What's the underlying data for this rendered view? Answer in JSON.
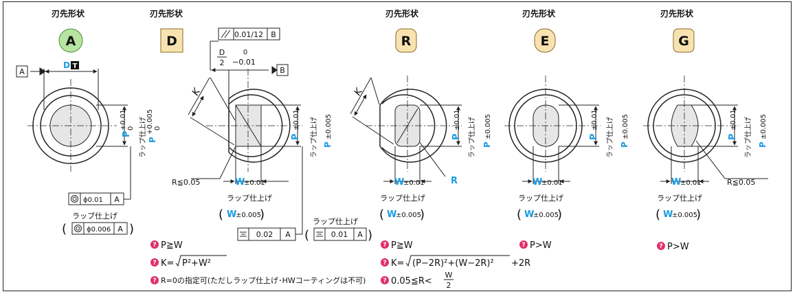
{
  "columns": [
    {
      "id": "A",
      "header": "刃先形状",
      "letter": "A"
    },
    {
      "id": "D",
      "header": "刃先形状",
      "letter": "D"
    },
    {
      "id": "R",
      "header": "刃先形状",
      "letter": "R"
    },
    {
      "id": "E",
      "header": "刃先形状",
      "letter": "E"
    },
    {
      "id": "G",
      "header": "刃先形状",
      "letter": "G"
    }
  ],
  "labels": {
    "datum_a": "A",
    "datum_b": "B",
    "d_label": "D",
    "t_label": "T",
    "p_label": "P",
    "w_label": "W",
    "k_label": "K",
    "r_label": "R",
    "lap": "ラップ仕上げ",
    "p_tol_a_upper": "+0.01",
    "p_tol_a_lower": "0",
    "p_tol_a_lap_upper": "+0.005",
    "p_tol_a_lap_lower": "0",
    "pm001": "±0.01",
    "pm0005": "±0.005",
    "parallel_tol": "0.01/12",
    "d_over_2_num": "D",
    "d_over_2_den": "2",
    "d_over_2_upper": "0",
    "d_over_2_lower": "−0.01",
    "conc_tol": "ϕ0.01",
    "conc_tol_lap": "ϕ0.006",
    "sym_tol": "0.02",
    "sym_tol_lap": "0.01",
    "r_le_005": "R≦0.05"
  },
  "notes": {
    "d1": "P≧W",
    "d2_prefix": "K=",
    "d2_rad": "P²+W²",
    "d3": "R=0の指定可(ただしラップ仕上げ･HWコーティングは不可)",
    "r1": "P≧W",
    "r2_prefix": "K=",
    "r2_rad": "(P−2R)²+(W−2R)²",
    "r2_suffix": "+2R",
    "r3_prefix": "0.05≦R<",
    "r3_num": "W",
    "r3_den": "2",
    "e1": "P>W",
    "g1": "P>W"
  },
  "colors": {
    "blue": "#1a9be0",
    "green": "#b7e4a0",
    "tan": "#f8e3b0",
    "note_icon": "#e0306a"
  }
}
